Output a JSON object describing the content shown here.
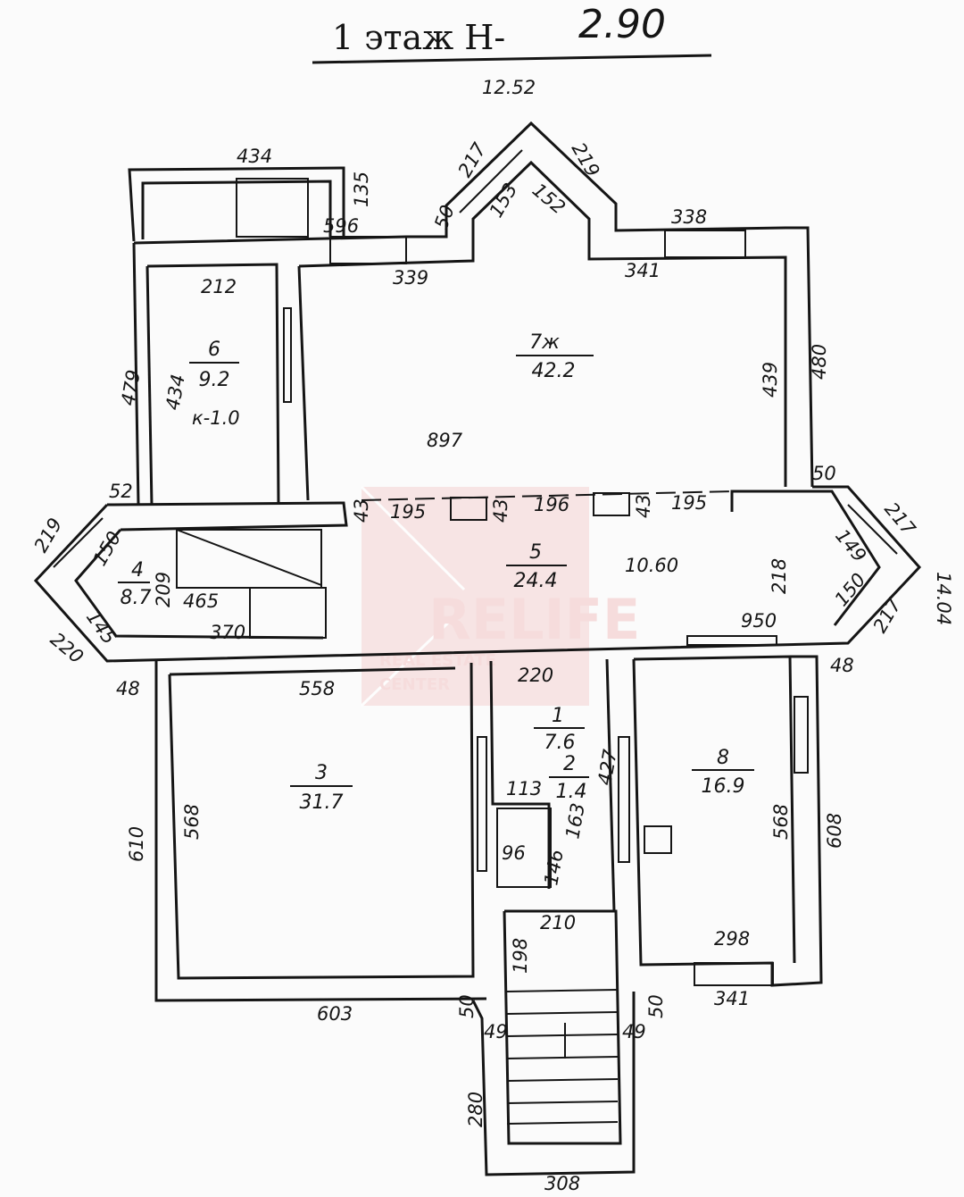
{
  "title": {
    "floor": "1 этаж Н-",
    "height": "2.90"
  },
  "watermark": {
    "brand": "RELIFE",
    "sub1": "REAL ESTATE",
    "sub2": "CENTER",
    "color": "#e9a0a0"
  },
  "overall": {
    "width": "12.52",
    "depth": "14.04",
    "corridor_length": "10.60"
  },
  "rooms": [
    {
      "number": "1",
      "area": "7.6"
    },
    {
      "number": "2",
      "area": "1.4"
    },
    {
      "number": "3",
      "area": "31.7"
    },
    {
      "number": "4",
      "area": "8.7"
    },
    {
      "number": "5",
      "area": "24.4"
    },
    {
      "number": "6",
      "area": "9.2"
    },
    {
      "number": "7ж",
      "area": "42.2"
    },
    {
      "number": "8",
      "area": "16.9"
    }
  ],
  "notes": {
    "room6_coeff": "к-1.0"
  },
  "dims": {
    "d434top": "434",
    "d135": "135",
    "d596": "596",
    "d50a": "50",
    "d217a": "217",
    "d219a": "219",
    "d153": "153",
    "d152": "152",
    "d338": "338",
    "d339": "339",
    "d341a": "341",
    "d212": "212",
    "d479": "479",
    "d434side": "434",
    "d439": "439",
    "d480": "480",
    "d897": "897",
    "d52": "52",
    "d50b": "50",
    "d195a": "195",
    "d43a": "43",
    "d196": "196",
    "d43b": "43",
    "d195b": "195",
    "d43c": "43",
    "d217b": "217",
    "d149": "149",
    "d150b": "150",
    "d217c": "217",
    "d218": "218",
    "d219b": "219",
    "d150a": "150",
    "d209": "209",
    "d465": "465",
    "d145": "145",
    "d220a": "220",
    "d370": "370",
    "d950": "950",
    "d48a": "48",
    "d48b": "48",
    "d558": "558",
    "d220b": "220",
    "d568a": "568",
    "d610": "610",
    "d113": "113",
    "d163": "163",
    "d96": "96",
    "d146": "146",
    "d427": "427",
    "d568b": "568",
    "d608": "608",
    "d210": "210",
    "d298": "298",
    "d341b": "341",
    "d603": "603",
    "d50c": "50",
    "d50d": "50",
    "d198": "198",
    "d49a": "49",
    "d49b": "49",
    "d280": "280",
    "d308": "308"
  }
}
